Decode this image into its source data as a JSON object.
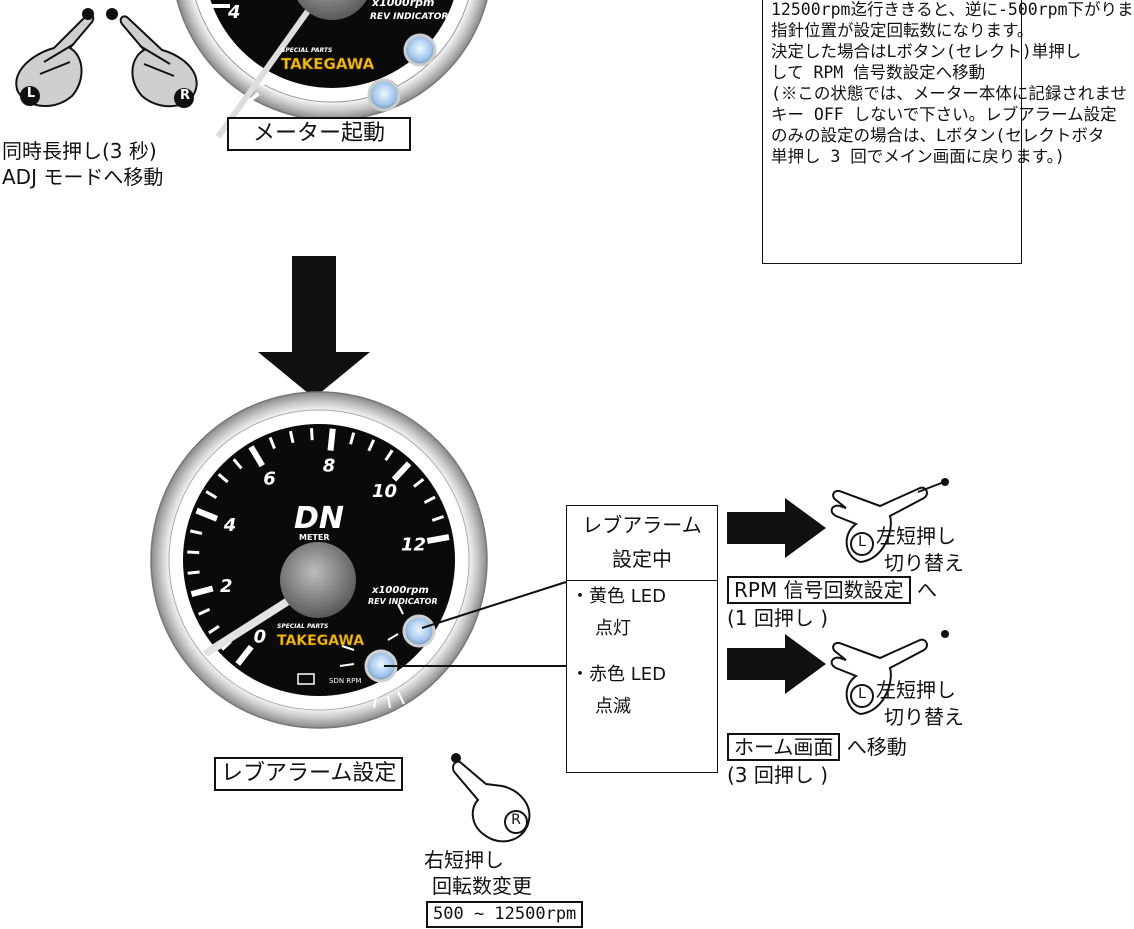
{
  "top_note": {
    "lines": [
      "12500rpm迄行ききると、逆に-500rpm下がりま",
      "指針位置が設定回転数になります。",
      "決定した場合はLボタン(セレクト)単押し",
      "して RPM 信号数設定へ移動",
      "(※この状態では、メーター本体に記録されませ",
      "キー OFF しないで下さい。レブアラーム設定",
      "のみの設定の場合は、Lボタン(セレクトボタ",
      "単押し 3 回でメイン画面に戻ります。)"
    ]
  },
  "startup": {
    "caption": "同時長押し(3 秒)",
    "caption2": "ADJ モードへ移動",
    "meter_label": "メーター起動",
    "left_button": "L",
    "right_button": "R"
  },
  "meter": {
    "brand": "DN",
    "brand_sub": "METER",
    "unit": "x1000rpm",
    "rev_label": "REV INDICATOR",
    "special_parts": "SPECIAL PARTS",
    "maker": "TAKEGAWA",
    "sdn": "SDN RPM",
    "ticks": [
      "0",
      "2",
      "4",
      "6",
      "8",
      "10",
      "12"
    ]
  },
  "status_box": {
    "header_line1": "レブアラーム",
    "header_line2": "設定中",
    "yellow_label": "・黄色 LED",
    "yellow_state": "点灯",
    "red_label": "・赤色 LED",
    "red_state": "点滅"
  },
  "action_upper": {
    "hand_label": "L",
    "line1": "左短押し",
    "line2": "切り替え",
    "target": "RPM 信号回数設定",
    "suffix": "へ",
    "count": "(1 回押し )"
  },
  "action_lower": {
    "hand_label": "L",
    "line1": "左短押し",
    "line2": "切り替え",
    "target": "ホーム画面",
    "suffix": "へ移動",
    "count": "(3 回押し )"
  },
  "bottom": {
    "mode_label": "レブアラーム設定",
    "hand_label": "R",
    "line1": "右短押し",
    "line2": "回転数変更",
    "range": "500 ~ 12500rpm"
  },
  "colors": {
    "ink": "#111111",
    "dial": "#0a0a0a",
    "bezel": "#b9b9b9",
    "hand_fill": "#d9d9d9",
    "led_glow": "#b9d6f2",
    "maker_yellow": "#f2c100"
  }
}
